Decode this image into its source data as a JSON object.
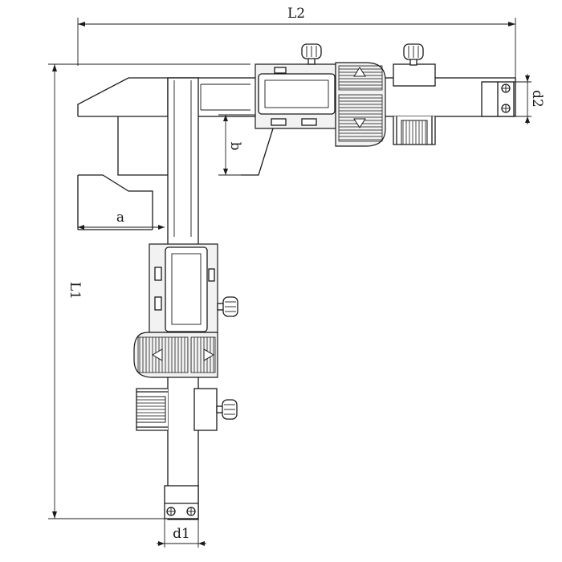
{
  "labels": {
    "l2": "L2",
    "l1": "L1",
    "d2": "d2",
    "d1": "d1",
    "a": "a",
    "b": "b"
  },
  "colors": {
    "line": "#1a1a1a",
    "background": "#ffffff",
    "body_fill": "#f2f2f2"
  },
  "icons": {
    "arrow_up": "triangle-up-icon",
    "arrow_down": "triangle-down-icon",
    "arrow_left": "triangle-left-icon",
    "arrow_right": "triangle-right-icon",
    "knob": "thumb-screw-icon",
    "roller": "fine-adjust-roller-icon",
    "tip": "measuring-ball-icon"
  }
}
